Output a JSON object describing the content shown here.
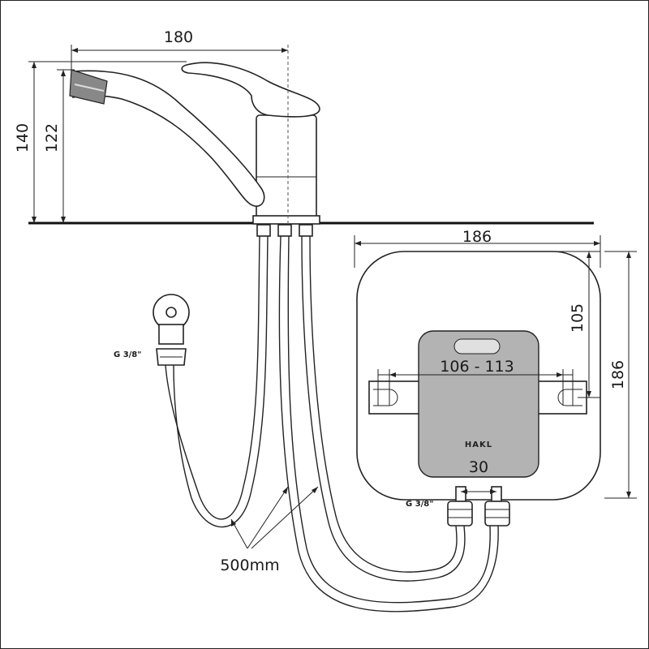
{
  "dimensions": {
    "tap_width": "180",
    "tap_total_height": "140",
    "tap_spout_height": "122",
    "heater_width": "186",
    "heater_height": "186",
    "heater_upper": "105",
    "mount_spacing": "106 - 113",
    "outlet_spacing": "30",
    "hose_length": "500mm"
  },
  "thread_labels": {
    "valve": "G 3/8\"",
    "heater": "G 3/8\""
  },
  "heater": {
    "brand": "HAKL",
    "body_color": "#ffffff",
    "panel_color": "#b3b3b3"
  }
}
